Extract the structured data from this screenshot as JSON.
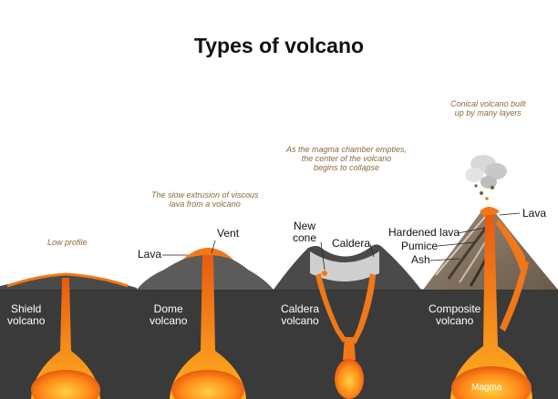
{
  "title": "Types of volcano",
  "volcanoes": [
    {
      "id": "shield",
      "name": "Shield volcano",
      "name_line1": "Shield",
      "name_line2": "volcano",
      "caption_lines": [
        "Low profile"
      ]
    },
    {
      "id": "dome",
      "name": "Dome volcano",
      "name_line1": "Dome",
      "name_line2": "volcano",
      "caption_lines": [
        "The slow extrusion of viscous",
        "lava from a volcano"
      ]
    },
    {
      "id": "caldera",
      "name": "Caldera volcano",
      "name_line1": "Caldera",
      "name_line2": "volcano",
      "caption_lines": [
        "As the magma chamber empties,",
        "the center of the volcano",
        "begins to collapse"
      ]
    },
    {
      "id": "composite",
      "name": "Composite volcano",
      "name_line1": "Composite",
      "name_line2": "volcano",
      "caption_lines": [
        "Conical volcano built",
        "up by many layers"
      ]
    }
  ],
  "labels": {
    "dome_lava": "Lava",
    "vent": "Vent",
    "new_cone_line1": "New",
    "new_cone_line2": "cone",
    "caldera": "Caldera",
    "hardened_lava": "Hardened lava",
    "pumice": "Pumice",
    "ash": "Ash",
    "composite_lava": "Lava",
    "magma": "Magma"
  },
  "colors": {
    "ground": "#3a3a3a",
    "rock": "#5b5b5b",
    "lava": "#f07818",
    "lava_hot": "#ffb020",
    "caption": "#8a6a3c"
  }
}
